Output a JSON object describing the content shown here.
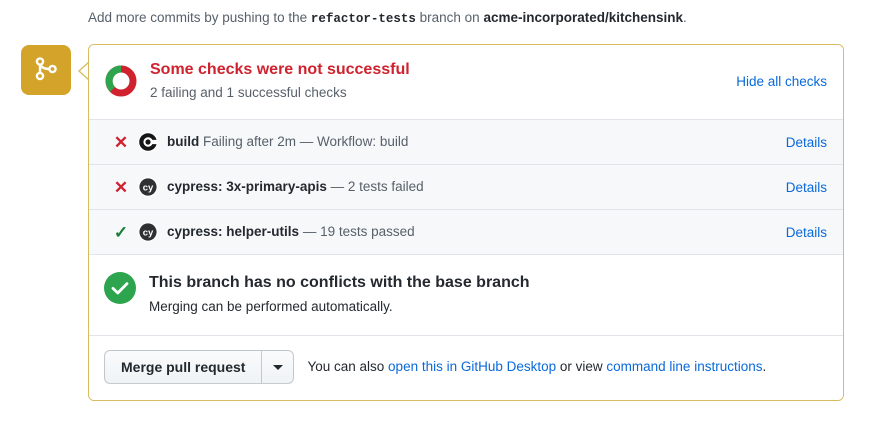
{
  "push_note": {
    "prefix": "Add more commits by pushing to the ",
    "branch": "refactor-tests",
    "middle": " branch on ",
    "repo": "acme-incorporated/kitchensink",
    "suffix": "."
  },
  "timeline_badge": {
    "icon": "git-branch-icon",
    "color": "#d3a429"
  },
  "checks": {
    "title": "Some checks were not successful",
    "subtitle": "2 failing and 1 successful checks",
    "title_color": "#cf222e",
    "hide_all_label": "Hide all checks",
    "donut": {
      "failing_color": "#cf222e",
      "success_color": "#2da44e",
      "failing": 2,
      "successful": 1
    },
    "rows": [
      {
        "status": "failure",
        "status_glyph": "✕",
        "avatar_icon": "circleci-icon",
        "name": "build",
        "description": "Failing after 2m — Workflow: build",
        "details_label": "Details"
      },
      {
        "status": "failure",
        "status_glyph": "✕",
        "avatar_icon": "cypress-icon",
        "name": "cypress: 3x-primary-apis",
        "description": "— 2 tests failed",
        "details_label": "Details"
      },
      {
        "status": "success",
        "status_glyph": "✓",
        "avatar_icon": "cypress-icon",
        "name": "cypress: helper-utils",
        "description": "— 19 tests passed",
        "details_label": "Details"
      }
    ]
  },
  "conflicts": {
    "icon": "check-circle-icon",
    "icon_color": "#2da44e",
    "title": "This branch has no conflicts with the base branch",
    "subtitle": "Merging can be performed automatically."
  },
  "footer": {
    "merge_button_label": "Merge pull request",
    "dropdown_icon": "chevron-down-icon",
    "note_prefix": "You can also ",
    "link_desktop": "open this in GitHub Desktop",
    "note_middle": " or view ",
    "link_cli": "command line instructions",
    "note_suffix": "."
  }
}
